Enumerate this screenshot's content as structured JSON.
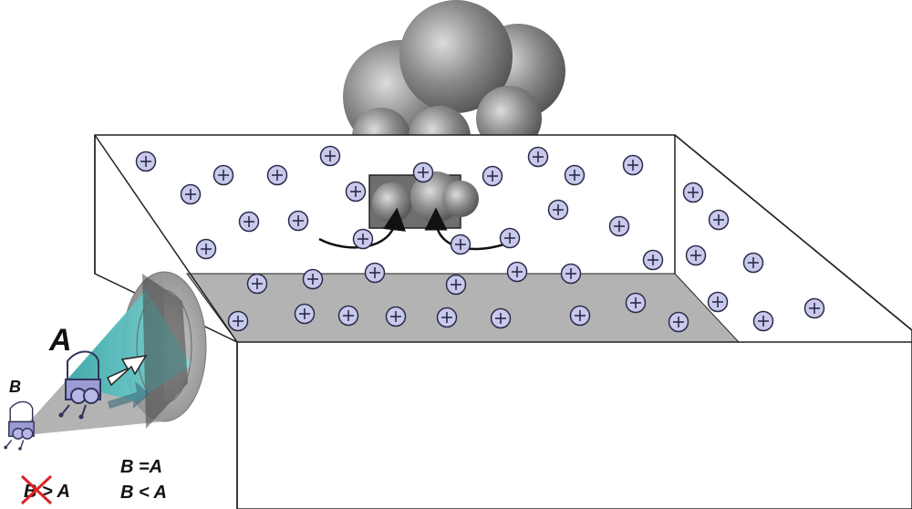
{
  "labels": {
    "label_a": "A",
    "label_b": "B",
    "cond_b_gt_a": "B > A",
    "cond_b_eq_a": "B =A",
    "cond_b_lt_a": "B < A"
  },
  "colors": {
    "ion_fill": "#c9c9ec",
    "ion_stroke": "#2a2a4a",
    "floor_fill": "#b3b3b3",
    "cloud_dark": "#5e5e5e",
    "cloud_light": "#d8d8d8",
    "cone_grey": "#9a9a9a",
    "cone_cyan": "#58c8c8",
    "cross_red": "#dd2222"
  },
  "icons": {
    "ion": "plus-ion-icon",
    "observer": "observer-figure-icon",
    "arrow": "direction-arrow-icon",
    "cloud": "molecule-cloud-icon"
  }
}
